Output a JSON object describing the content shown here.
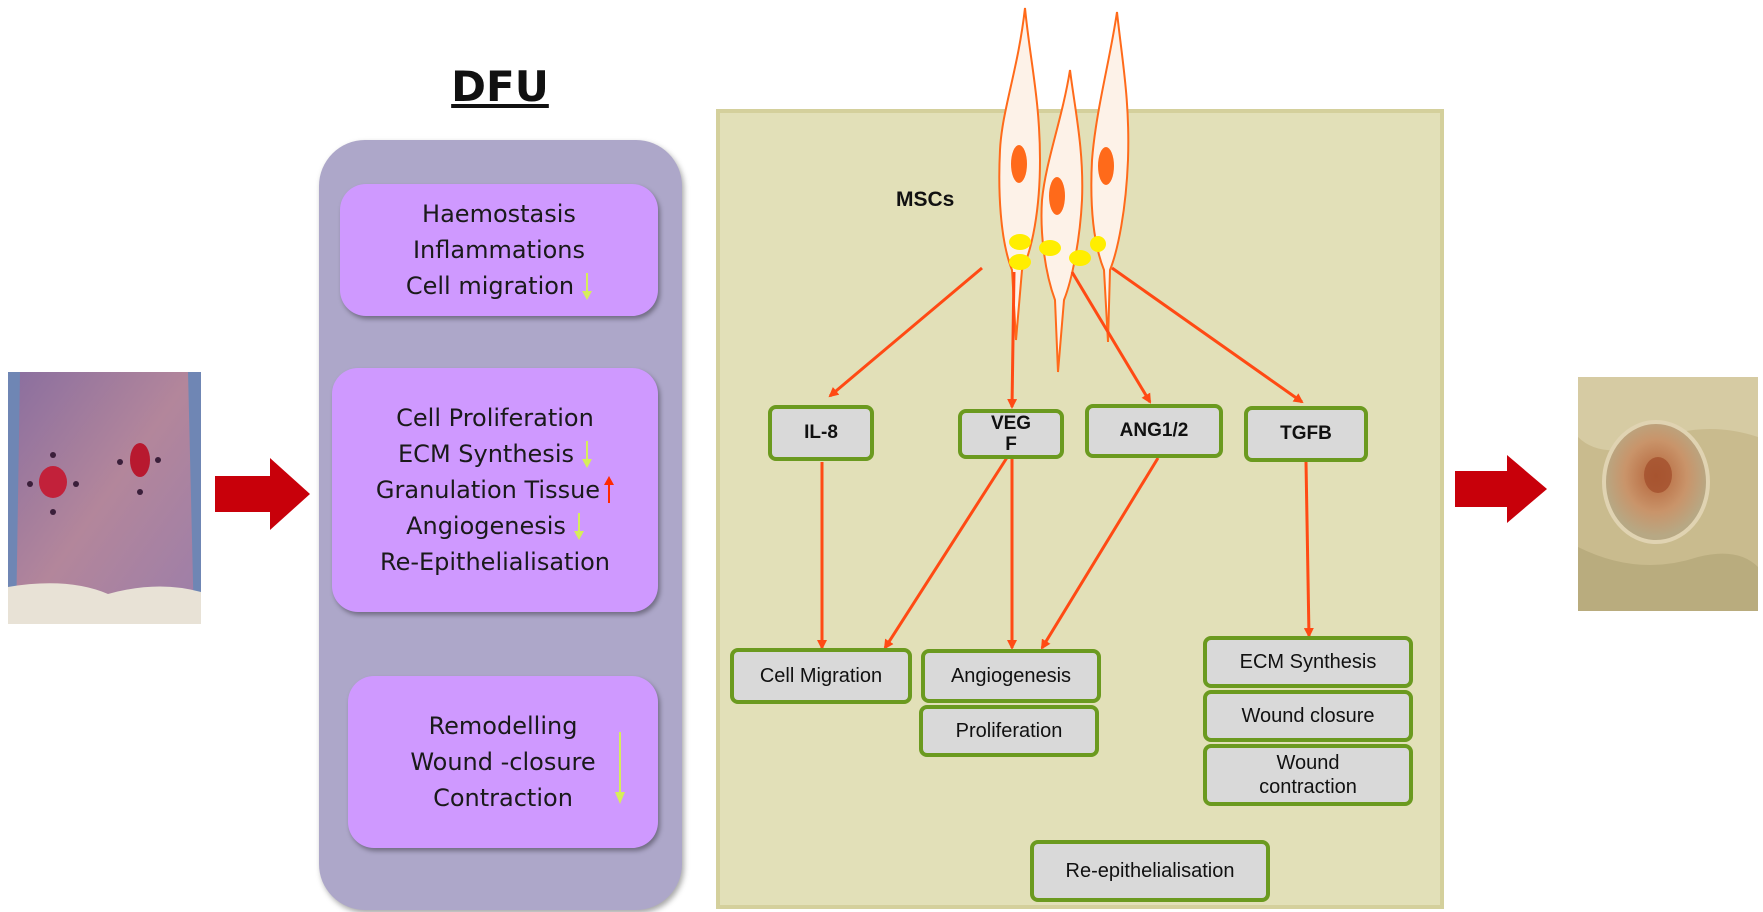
{
  "left_photo": {
    "icon": "wound-photo-icon"
  },
  "right_photo": {
    "icon": "healed-wound-photo-icon"
  },
  "dfu": {
    "title": "DFU",
    "stages": [
      {
        "lines": [
          {
            "text": "Haemostasis",
            "arrow": null
          },
          {
            "text": "Inflammations",
            "arrow": null
          },
          {
            "text": "Cell migration",
            "arrow": "down"
          }
        ]
      },
      {
        "lines": [
          {
            "text": "Cell Proliferation",
            "arrow": null
          },
          {
            "text": "ECM Synthesis",
            "arrow": "down"
          },
          {
            "text": "Granulation Tissue",
            "arrow": "up"
          },
          {
            "text": "Angiogenesis",
            "arrow": "down"
          },
          {
            "text": "Re-Epithelialisation",
            "arrow": null
          }
        ]
      },
      {
        "lines": [
          {
            "text": "Remodelling",
            "arrow": null
          },
          {
            "text": "Wound -closure",
            "arrow": null
          },
          {
            "text": "Contraction",
            "arrow": null
          }
        ],
        "side_arrow": "down"
      }
    ]
  },
  "mechanism": {
    "cells_label": "MSCs",
    "factors": {
      "il8": "IL-8",
      "vegf": "VEG\nF",
      "ang": "ANG1/2",
      "tgfb": "TGFB"
    },
    "effects": {
      "cell_migration": "Cell Migration",
      "angiogenesis": "Angiogenesis",
      "proliferation": "Proliferation",
      "ecm_synthesis": "ECM Synthesis",
      "wound_closure": "Wound closure",
      "wound_contraction": "Wound\ncontraction",
      "re_epithelialisation": "Re-epithelialisation"
    }
  },
  "colors": {
    "panel_bg": "#ada7c9",
    "stage_bg": "#cf99ff",
    "mechanism_bg": "#e2e0b8",
    "node_border": "#6b9a1f",
    "flow_arrow": "#ff4a14",
    "big_arrow": "#c8000a",
    "decrease_arrow": "#d6ee5a",
    "increase_arrow": "#ff2a00"
  }
}
